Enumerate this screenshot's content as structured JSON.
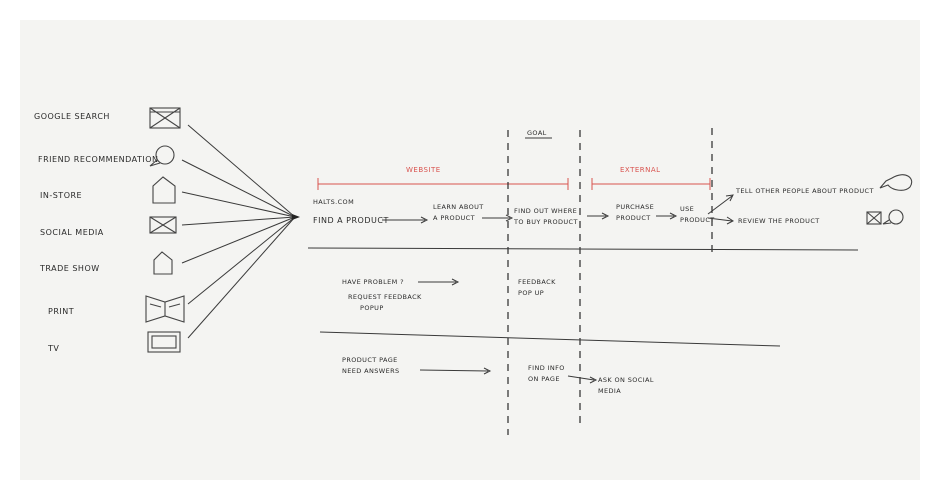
{
  "sources": [
    {
      "label": "GOOGLE SEARCH",
      "icon": "browser-window-icon"
    },
    {
      "label": "FRIEND RECOMMENDATION",
      "icon": "speech-bubble-icon"
    },
    {
      "label": "IN-STORE",
      "icon": "store-house-icon"
    },
    {
      "label": "SOCIAL MEDIA",
      "icon": "image-placeholder-icon"
    },
    {
      "label": "TRADE SHOW",
      "icon": "booth-icon"
    },
    {
      "label": "PRINT",
      "icon": "open-magazine-icon"
    },
    {
      "label": "TV",
      "icon": "tv-icon"
    }
  ],
  "zones": {
    "website": "WEBSITE",
    "external": "EXTERNAL",
    "goal": "GOAL"
  },
  "row1": {
    "start_label": "HALTS.COM",
    "steps": [
      "FIND A PRODUCT",
      "LEARN ABOUT\nA PRODUCT",
      "FIND OUT WHERE\nTO BUY PRODUCT",
      "PURCHASE\nPRODUCT",
      "USE\nPRODUCT"
    ],
    "branches": [
      "TELL OTHER PEOPLE ABOUT PRODUCT",
      "REVIEW THE PRODUCT"
    ]
  },
  "row2": {
    "question": "HAVE PROBLEM ?",
    "action": "REQUEST FEEDBACK\nPOPUP",
    "goal": "FEEDBACK\nPOP UP"
  },
  "row3": {
    "question": "PRODUCT PAGE\nNEED ANSWERS",
    "goal": "FIND INFO\nON PAGE",
    "external": "ASK ON SOCIAL\nMEDIA"
  },
  "right_icons": [
    "speech-bubble-icon",
    "image-and-bubble-icon"
  ]
}
